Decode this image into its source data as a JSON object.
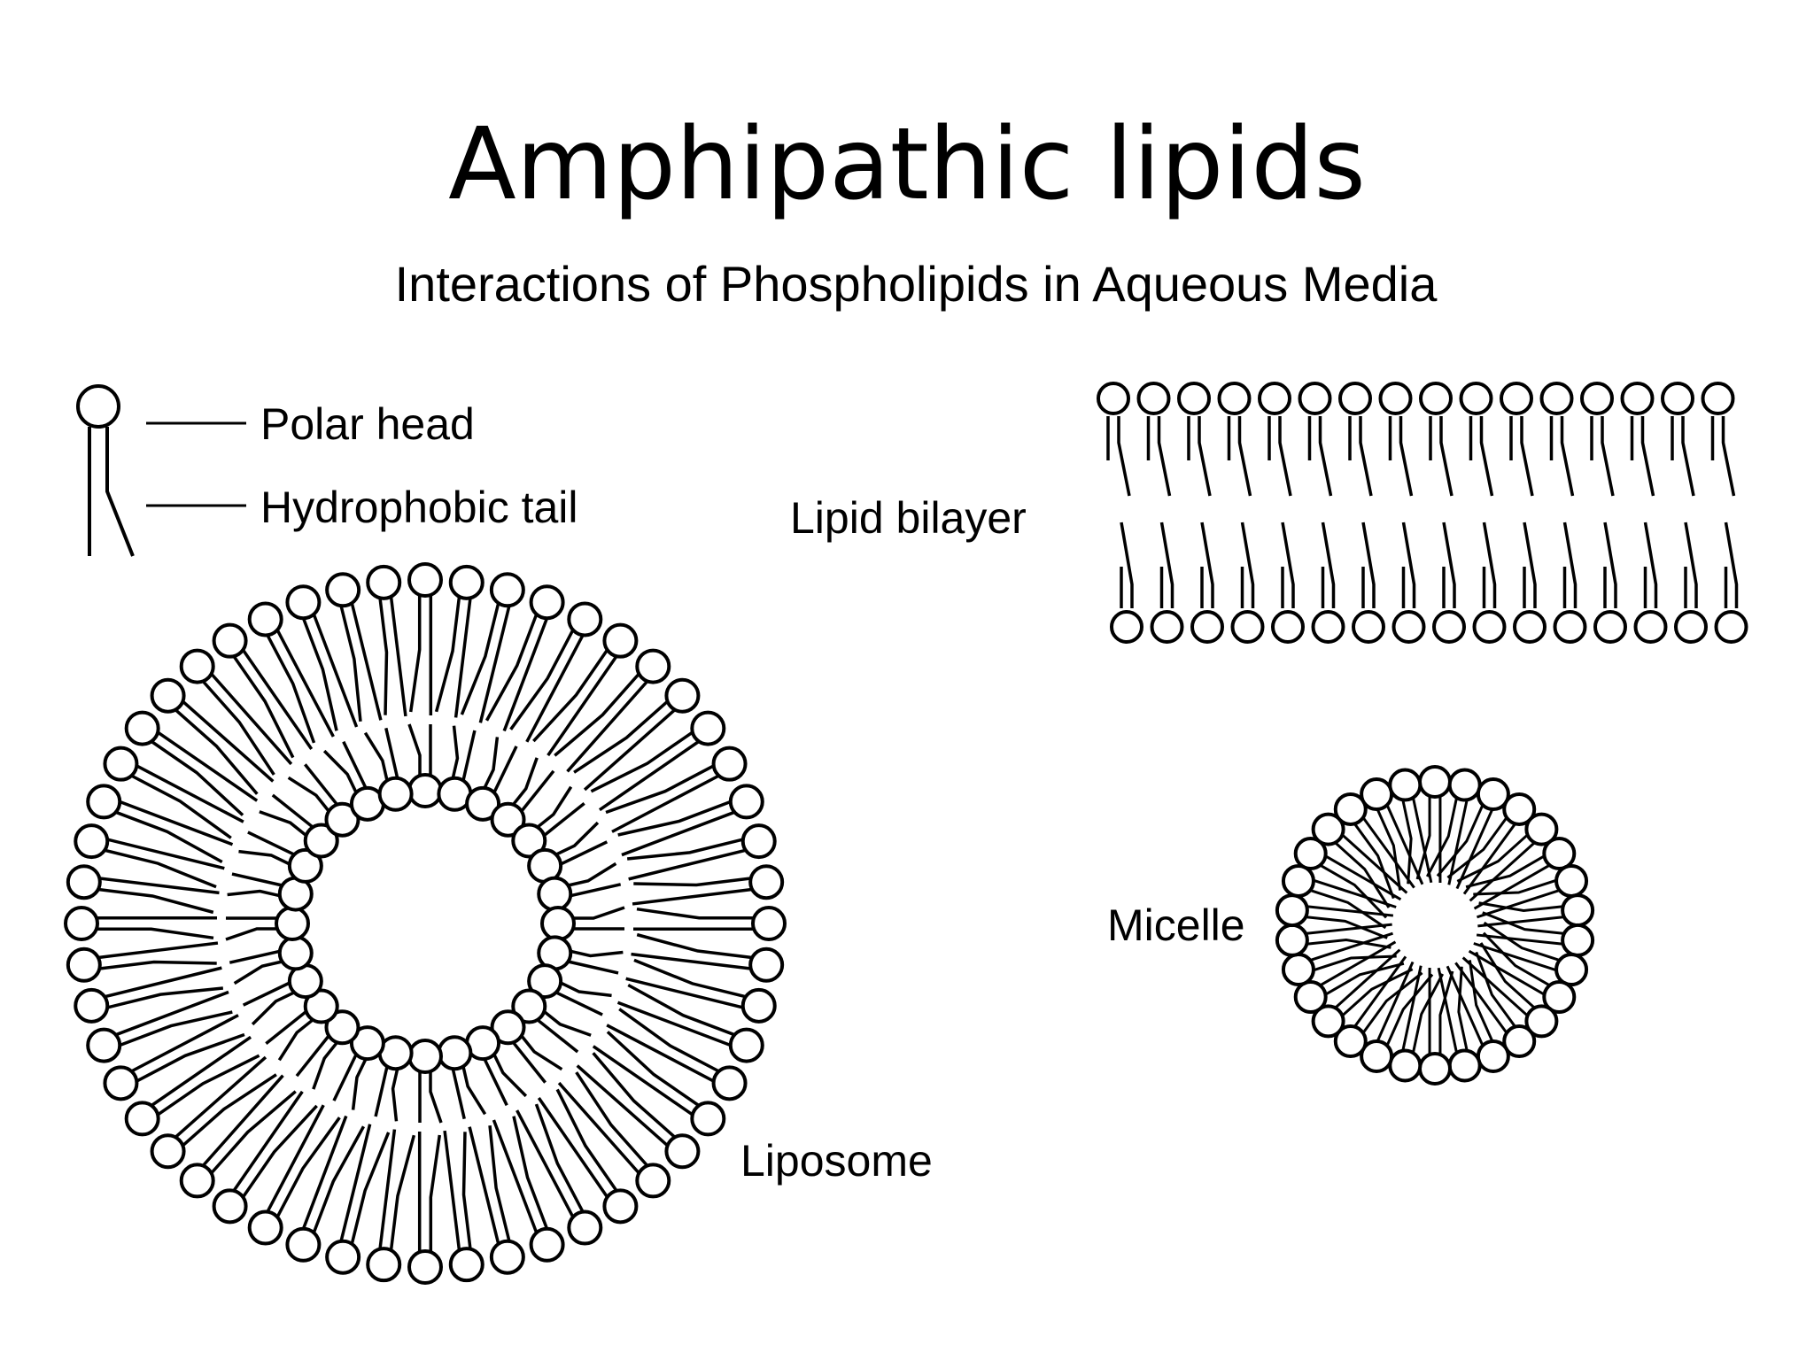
{
  "slide": {
    "title": "Amphipathic lipids"
  },
  "diagram": {
    "heading": "Interactions of Phospholipids in Aqueous Media",
    "legend": {
      "polar_head_label": "Polar head",
      "hydrophobic_tail_label": "Hydrophobic tail"
    },
    "structures": {
      "bilayer_label": "Lipid bilayer",
      "liposome_label": "Liposome",
      "micelle_label": "Micelle"
    },
    "colors": {
      "ink": "#000000",
      "background": "#ffffff"
    }
  }
}
